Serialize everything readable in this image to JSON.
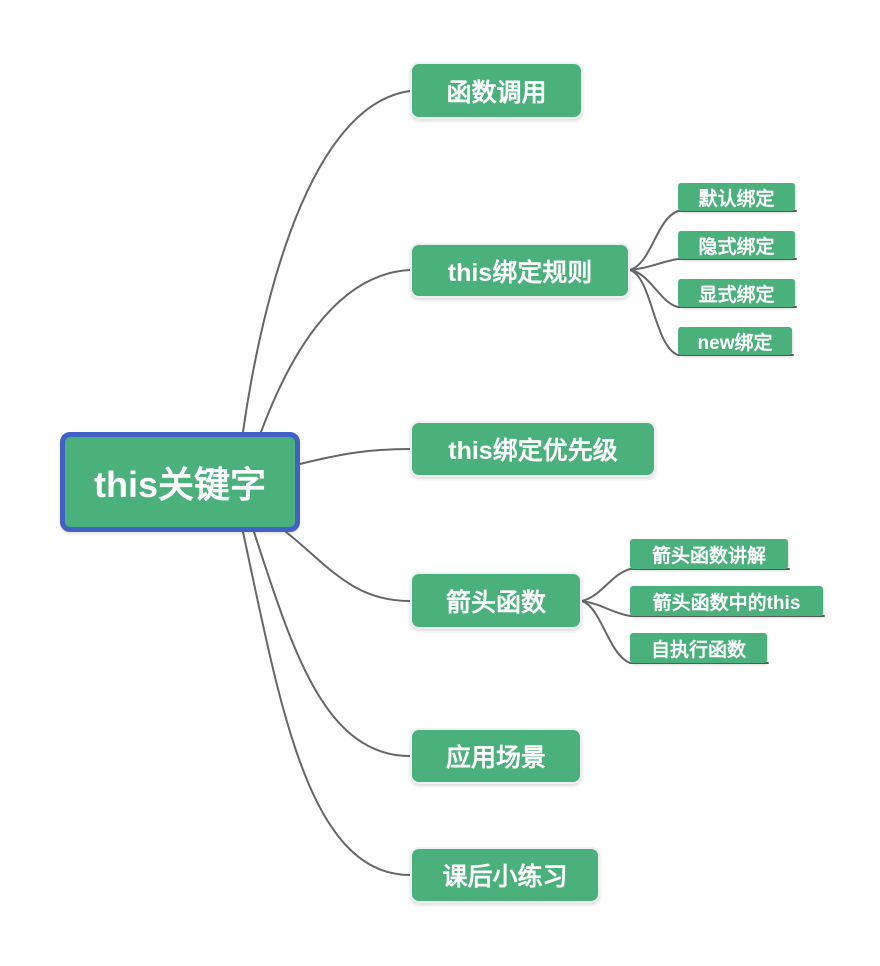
{
  "colors": {
    "node_fill_green": "#4BB17C",
    "root_border_blue": "#4161C6",
    "connector_gray": "#666666",
    "text_white": "#FFFFFF",
    "background": "#FFFFFF"
  },
  "root": {
    "label": "this关键字"
  },
  "branches": [
    {
      "label": "函数调用",
      "children": []
    },
    {
      "label": "this绑定规则",
      "children": [
        {
          "label": "默认绑定"
        },
        {
          "label": "隐式绑定"
        },
        {
          "label": "显式绑定"
        },
        {
          "label": "new绑定"
        }
      ]
    },
    {
      "label": "this绑定优先级",
      "children": []
    },
    {
      "label": "箭头函数",
      "children": [
        {
          "label": "箭头函数讲解"
        },
        {
          "label": "箭头函数中的this"
        },
        {
          "label": "自执行函数"
        }
      ]
    },
    {
      "label": "应用场景",
      "children": []
    },
    {
      "label": "课后小练习",
      "children": []
    }
  ]
}
